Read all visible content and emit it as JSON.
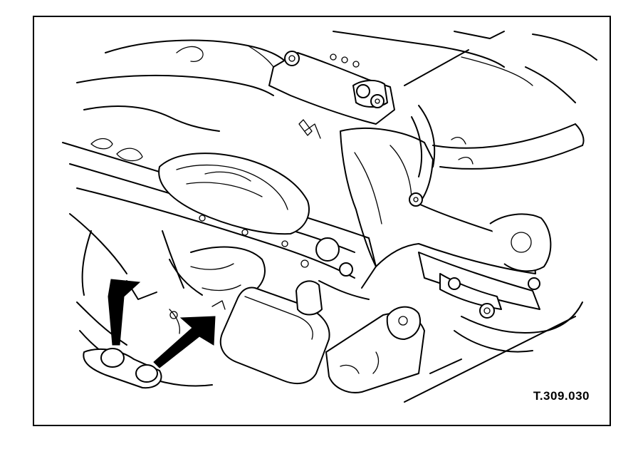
{
  "figure": {
    "reference_code": "T.309.030",
    "colors": {
      "line": "#000000",
      "background": "#ffffff"
    },
    "callouts": [
      {
        "icon": "pointer-arrow-icon",
        "target": "left-mount-bolt"
      },
      {
        "icon": "pointer-arrow-icon",
        "target": "right-mount-bolt"
      }
    ]
  }
}
